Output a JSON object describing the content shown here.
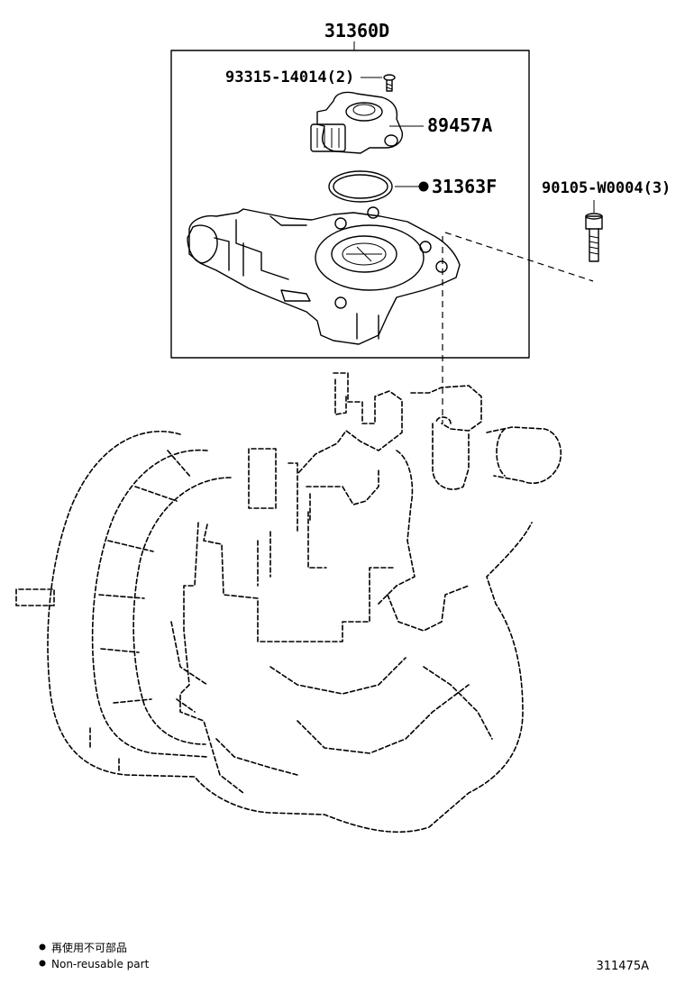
{
  "parts": {
    "assembly": "31360D",
    "screw": "93315-14014(2)",
    "sensor": "89457A",
    "o_ring": "31363F",
    "bolt": "90105-W0004(3)"
  },
  "legend": {
    "line_jp": "再使用不可部品",
    "line_en": "Non-reusable part"
  },
  "illustration_id": "311475A"
}
